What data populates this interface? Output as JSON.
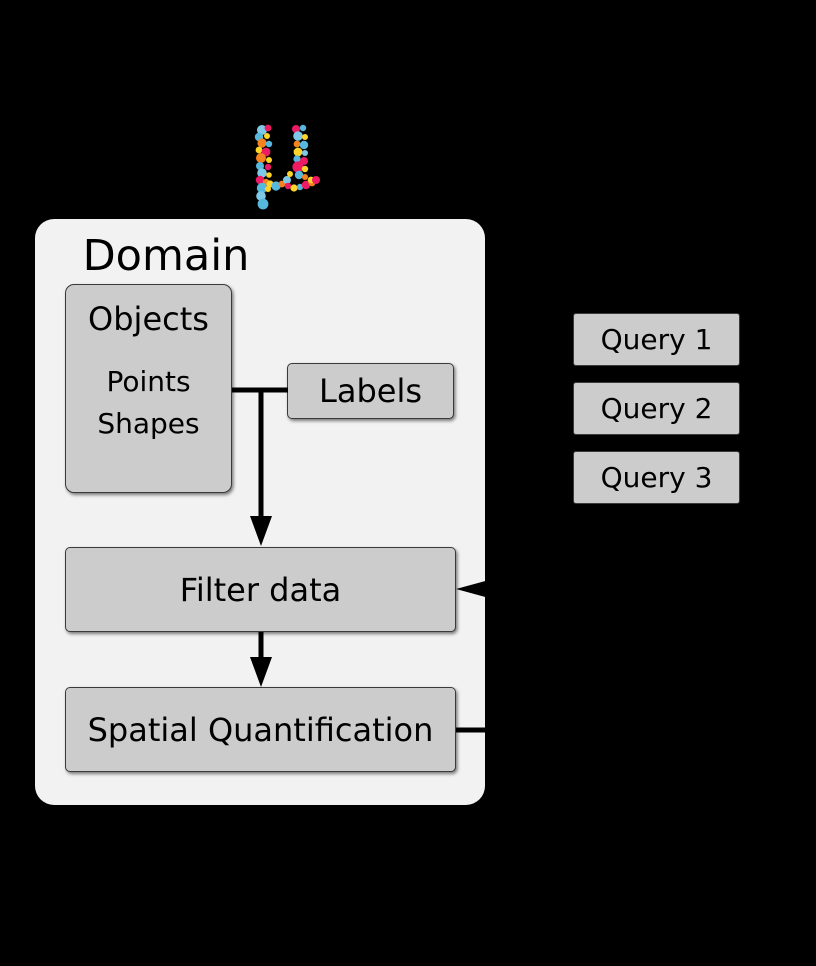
{
  "figure": {
    "background_color": "#000000",
    "logo": {
      "name": "mu-logo",
      "glyph": "μ",
      "description": "Greek letter mu composed of multicolored dots",
      "colors": [
        "#56B8DC",
        "#F5821F",
        "#EC1B64",
        "#FFD429",
        "#7FC9E8",
        "#F2A23C"
      ]
    }
  },
  "domain": {
    "title": "Domain",
    "background_color": "#F2F2F2",
    "objects": {
      "title": "Objects",
      "items": [
        "Points",
        "Shapes"
      ]
    },
    "labels": {
      "label": "Labels"
    },
    "filter": {
      "label": "Filter data"
    },
    "spatial": {
      "label": "Spatial Quantification"
    }
  },
  "queries": {
    "items": [
      {
        "label": "Query 1"
      },
      {
        "label": "Query 2"
      },
      {
        "label": "Query 3"
      }
    ]
  },
  "node_style": {
    "fill_color": "#CCCCCC",
    "stroke_color": "#3A3A3A"
  },
  "connectors": [
    {
      "name": "objects-to-labels",
      "from": "objects-box",
      "to": "labels-box",
      "type": "line"
    },
    {
      "name": "objects-to-filter",
      "from": "objects-box",
      "to": "filter-box",
      "type": "arrow"
    },
    {
      "name": "filter-to-spatial",
      "from": "filter-box",
      "to": "spatial-box",
      "type": "arrow"
    },
    {
      "name": "query-to-filter",
      "from": "queries",
      "to": "filter-box",
      "type": "arrow"
    },
    {
      "name": "spatial-to-output",
      "from": "spatial-box",
      "to": "offscreen-right",
      "type": "line"
    }
  ]
}
